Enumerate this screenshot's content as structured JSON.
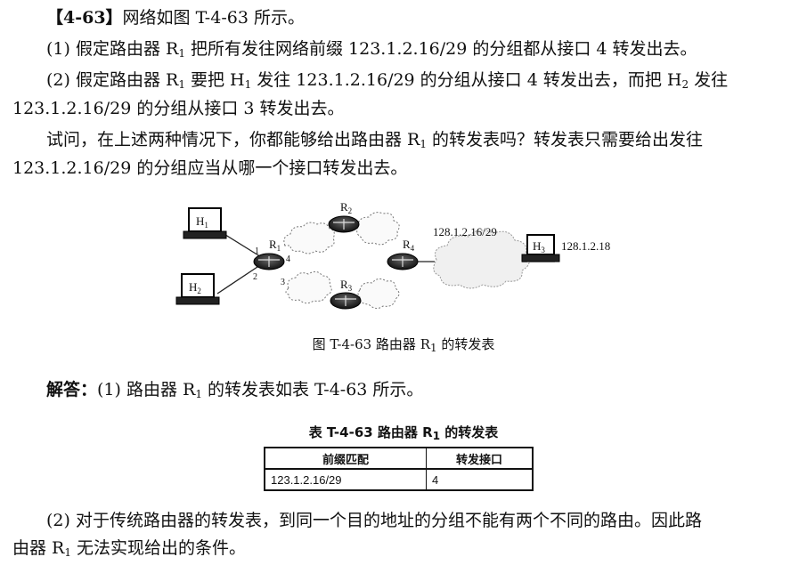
{
  "problem": {
    "number": "【4-63】",
    "intro": "网络如图 T-4-63 所示。",
    "q1_a": "(1) 假定路由器 R",
    "q1_sub": "1",
    "q1_b": " 把所有发往网络前缀 123.1.2.16/29 的分组都从接口 4 转发出去。",
    "q2_a": "(2) 假定路由器 R",
    "q2_sub1": "1",
    "q2_b": " 要把 H",
    "q2_sub2": "1",
    "q2_c": " 发往 123.1.2.16/29 的分组从接口 4 转发出去，而把 H",
    "q2_sub3": "2",
    "q2_d": " 发往",
    "q2_line2": "123.1.2.16/29 的分组从接口 3 转发出去。",
    "ask_a": "试问，在上述两种情况下，你都能够给出路由器 R",
    "ask_sub": "1",
    "ask_b": " 的转发表吗？转发表只需要给出发往",
    "ask_line2": "123.1.2.16/29 的分组应当从哪一个接口转发出去。"
  },
  "diagram": {
    "h1": "H",
    "h1_sub": "1",
    "h2": "H",
    "h2_sub": "2",
    "h3": "H",
    "h3_sub": "3",
    "r1": "R",
    "r1_sub": "1",
    "r2": "R",
    "r2_sub": "2",
    "r3": "R",
    "r3_sub": "3",
    "r4": "R",
    "r4_sub": "4",
    "iface1": "1",
    "iface2": "2",
    "iface3": "3",
    "iface4": "4",
    "net_prefix": "128.1.2.16/29",
    "h3_addr": "128.1.2.18"
  },
  "figure_caption": {
    "a": "图 T-4-63  路由器 R",
    "sub": "1",
    "b": " 的转发表"
  },
  "answer": {
    "label": "解答：",
    "a1_a": "(1) 路由器 R",
    "a1_sub": "1",
    "a1_b": " 的转发表如表 T-4-63 所示。",
    "a2_a": "(2) 对于传统路由器的转发表，到同一个目的地址的分组不能有两个不同的路由。因此路",
    "a2_b": "由器 R",
    "a2_sub": "1",
    "a2_c": " 无法实现给出的条件。"
  },
  "table": {
    "caption_a": "表 T-4-63    路由器 R",
    "caption_sub": "1",
    "caption_b": " 的转发表",
    "headers": [
      "前缀匹配",
      "转发接口"
    ],
    "rows": [
      [
        "123.1.2.16/29",
        "4"
      ]
    ]
  }
}
